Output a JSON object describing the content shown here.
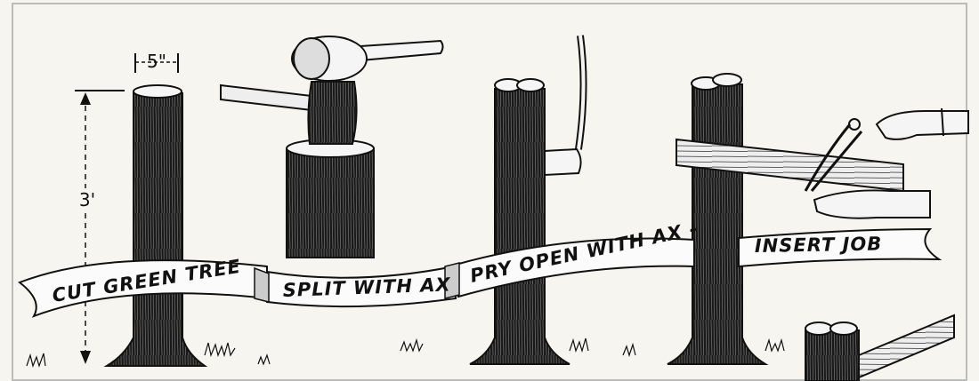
{
  "dimensions": {
    "width_label": "5\"",
    "height_label": "3'"
  },
  "ribbon": {
    "step_1": "CUT GREEN TREE",
    "step_2": "SPLIT WITH AX",
    "step_3": "PRY OPEN WITH AX -",
    "step_4": "INSERT JOB"
  },
  "colors": {
    "ink": "#111111",
    "paper": "#f7f5ef"
  }
}
